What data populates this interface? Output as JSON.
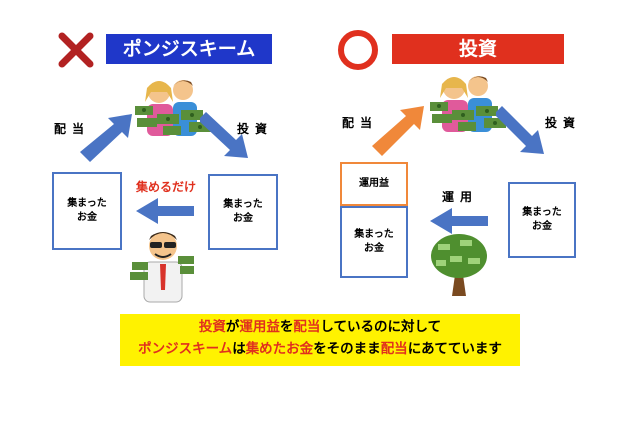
{
  "left": {
    "banner": "ポンジスキーム",
    "label_left": "配当",
    "label_right": "投資",
    "box_left": "集まった\nお金",
    "box_right": "集まった\nお金",
    "caption": "集めるだけ"
  },
  "right": {
    "banner": "投資",
    "label_left": "配当",
    "label_right": "投資",
    "box_profit": "運用益",
    "box_bottom": "集まった\nお金",
    "box_right": "集まった\nお金",
    "label_mid": "運用"
  },
  "note": {
    "line1": [
      {
        "t": "投資",
        "red": true
      },
      {
        "t": "が",
        "red": false
      },
      {
        "t": "運用益",
        "red": true
      },
      {
        "t": "を",
        "red": false
      },
      {
        "t": "配当",
        "red": true
      },
      {
        "t": "しているのに対して",
        "red": false
      }
    ],
    "line2": [
      {
        "t": "ポンジスキーム",
        "red": true
      },
      {
        "t": "は",
        "red": false
      },
      {
        "t": "集めたお金",
        "red": true
      },
      {
        "t": "をそのまま",
        "red": false
      },
      {
        "t": "配当",
        "red": true
      },
      {
        "t": "にあてています",
        "red": false
      }
    ]
  },
  "colors": {
    "blue": "#4a74c4",
    "banner_blue": "#1f37c9",
    "red": "#e0301e",
    "orange": "#f0883a",
    "yellow": "#fff200"
  }
}
